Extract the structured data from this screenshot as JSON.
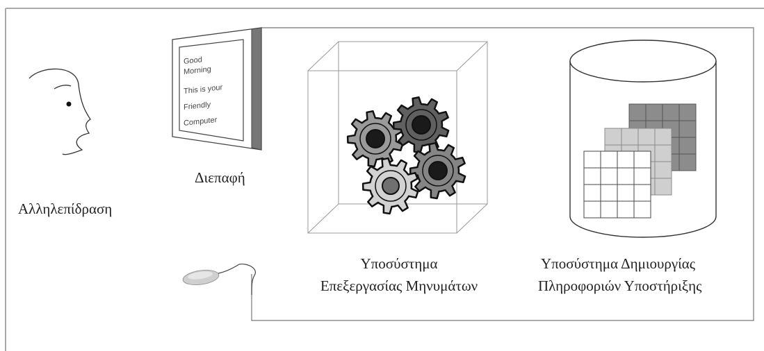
{
  "screen_text": {
    "line1": "Good",
    "line2": "Morning",
    "line3": "This is your",
    "line4": "Friendly",
    "line5": "Computer"
  },
  "labels": {
    "interaction": "Αλληλεπίδραση",
    "interface": "Διεπαφή",
    "processing_line1": "Υποσύστημα",
    "processing_line2": "Επεξεργασίας Μηνυμάτων",
    "info_line1": "Υποσύστημα  Δημιουργίας",
    "info_line2": "Πληροφοριών Υποστήριξης"
  }
}
